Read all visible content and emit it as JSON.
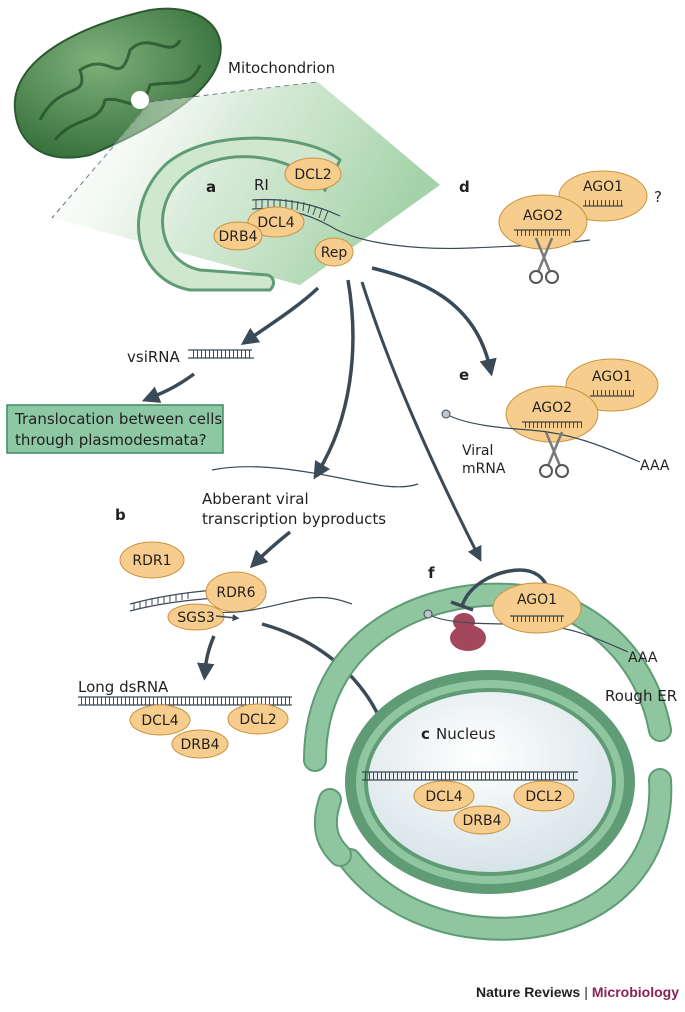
{
  "labels": {
    "mitochondrion": "Mitochondrion",
    "ri": "RI",
    "vsirna": "vsiRNA",
    "translocation_line1": "Translocation between cells",
    "translocation_line2": "through plasmodesmata?",
    "abberant_line1": "Abberant viral",
    "abberant_line2": "transcription byproducts",
    "long_dsrna": "Long dsRNA",
    "viral_mrna_line1": "Viral",
    "viral_mrna_line2": "mRNA",
    "aaa_e": "AAA",
    "aaa_f": "AAA",
    "rough_er": "Rough ER",
    "nucleus": "Nucleus",
    "question_mark": "?"
  },
  "panels": {
    "a": "a",
    "b": "b",
    "c": "c",
    "d": "d",
    "e": "e",
    "f": "f"
  },
  "proteins": {
    "dcl2": "DCL2",
    "dcl4": "DCL4",
    "drb4": "DRB4",
    "rep": "Rep",
    "ago1": "AGO1",
    "ago2": "AGO2",
    "rdr1": "RDR1",
    "rdr6": "RDR6",
    "sgs3": "SGS3"
  },
  "credit": {
    "journal": "Nature Reviews",
    "separator": "|",
    "subject": "Microbiology"
  },
  "colors": {
    "protein_fill": "#f6cd8c",
    "protein_stroke": "#c8923f",
    "er_green": "#8fc6a0",
    "er_stroke": "#5f9c75",
    "mito_green": "#4c8b4f",
    "arrow": "#3b4a57",
    "ribosome": "#a3485c",
    "box_fill": "#8cc8a3",
    "credit_accent": "#8a2351"
  }
}
